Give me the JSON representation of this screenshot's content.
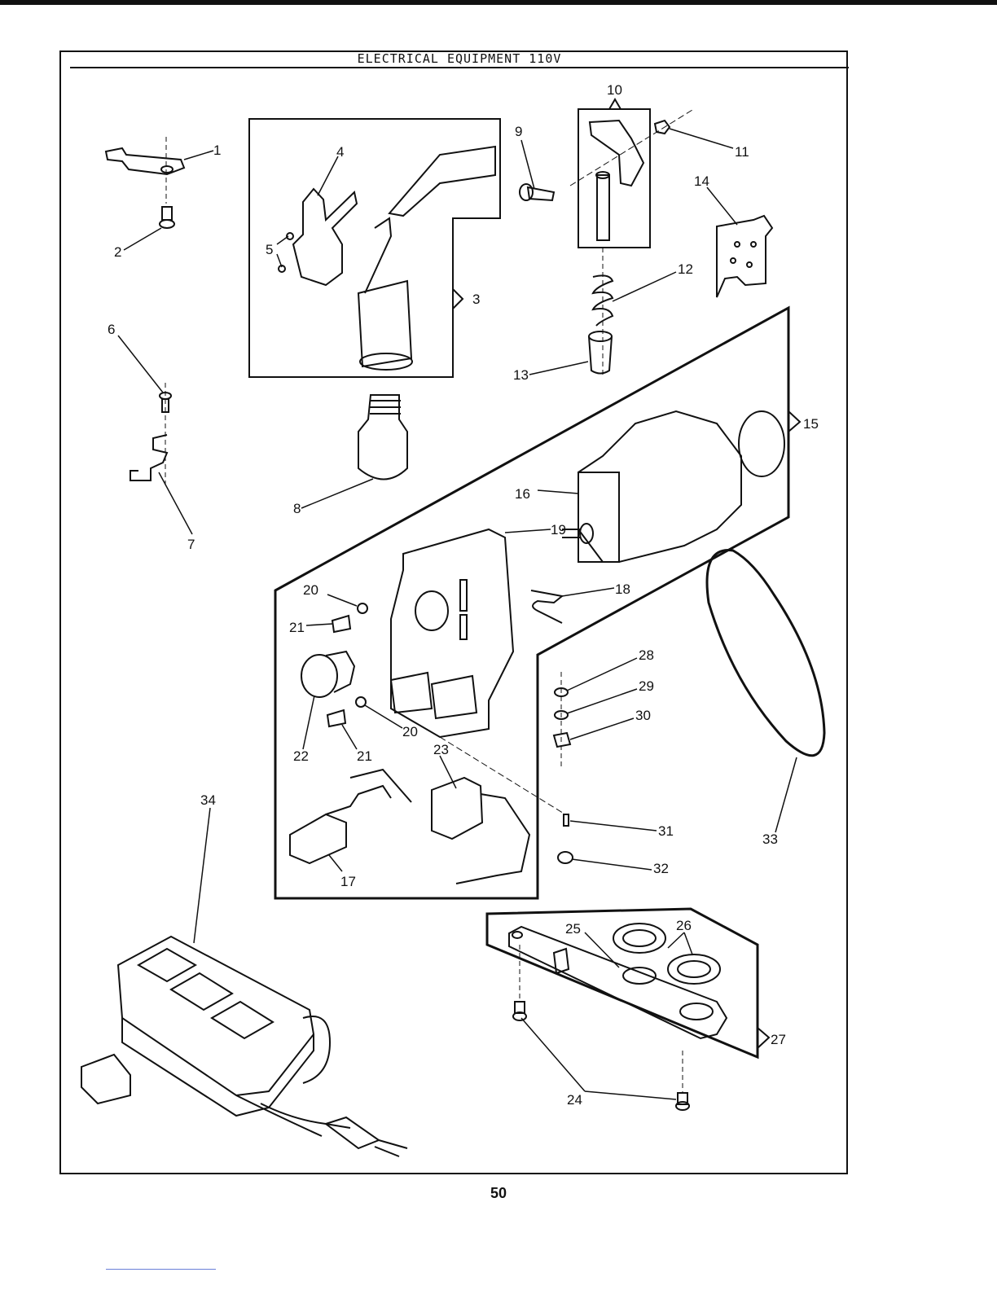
{
  "title": "ELECTRICAL EQUIPMENT 110V",
  "page_number": "50",
  "callouts": [
    "1",
    "2",
    "3",
    "4",
    "5",
    "6",
    "7",
    "8",
    "9",
    "10",
    "11",
    "12",
    "13",
    "14",
    "15",
    "16",
    "17",
    "18",
    "19",
    "20",
    "20",
    "21",
    "21",
    "22",
    "23",
    "24",
    "25",
    "26",
    "27",
    "28",
    "29",
    "30",
    "31",
    "32",
    "33",
    "34"
  ]
}
